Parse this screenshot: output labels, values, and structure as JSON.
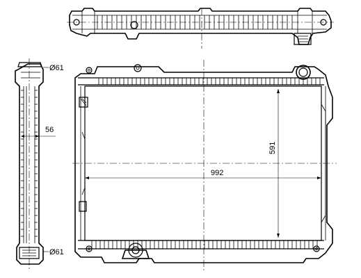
{
  "dimensions": {
    "core_width": "992",
    "core_height": "591",
    "tank_depth": "56",
    "pipe_top": "Ø61",
    "pipe_bottom": "Ø61"
  }
}
